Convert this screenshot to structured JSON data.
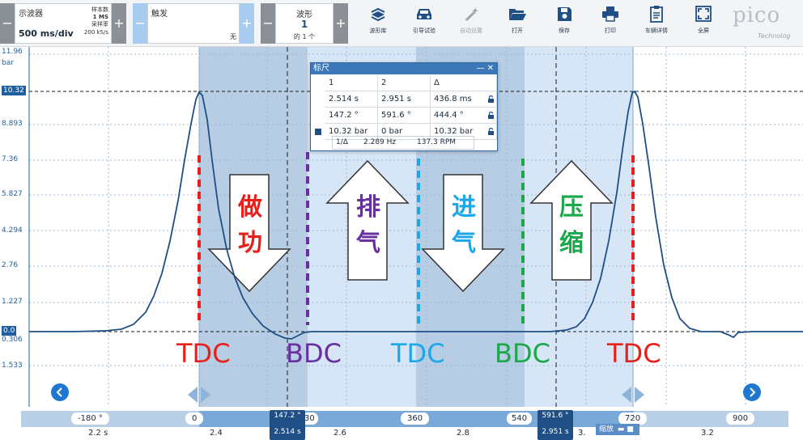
{
  "toolbar": {
    "scope_label": "示波器",
    "timebase": "500 ms/div",
    "samples_label": "样本数",
    "samples_value": "1 MS",
    "rate_label": "采样率",
    "rate_value": "200 kS/s",
    "trigger_label": "触发",
    "trigger_value": "无",
    "waveform_label": "波形",
    "waveform_value": "1",
    "waveform_of": "的 1 个",
    "minus": "−",
    "plus": "+",
    "tools": [
      {
        "label": "波形库",
        "icon": "waveform-library-icon"
      },
      {
        "label": "引导试验",
        "icon": "car-icon"
      },
      {
        "label": "自动设置",
        "icon": "magic-wand-icon"
      },
      {
        "label": "打开",
        "icon": "folder-open-icon"
      },
      {
        "label": "保存",
        "icon": "save-icon"
      },
      {
        "label": "打印",
        "icon": "printer-icon"
      },
      {
        "label": "车辆详情",
        "icon": "clipboard-icon"
      },
      {
        "label": "全屏",
        "icon": "fullscreen-icon"
      }
    ],
    "logo": "pico",
    "logo_sub": "Technolog"
  },
  "yaxis": {
    "labels": [
      "11.96",
      "bar",
      "10.32",
      "8.893",
      "7.36",
      "5.827",
      "4.294",
      "2.76",
      "1.227",
      "0.0",
      "0.306",
      "1.533"
    ]
  },
  "phases": {
    "tdc1": "TDC",
    "bdc1": "BDC",
    "tdc2": "TDC",
    "bdc2": "BDC",
    "tdc3": "TDC",
    "power": [
      "做",
      "功"
    ],
    "exhaust": [
      "排",
      "气"
    ],
    "intake": [
      "进",
      "气"
    ],
    "compression": [
      "压",
      "缩"
    ],
    "colors": {
      "red": "#e8201c",
      "purple": "#6a2fa0",
      "cyan": "#1aa8e8",
      "green": "#1aa84a"
    }
  },
  "ruler": {
    "title": "标尺",
    "controls": "— ✕",
    "headers": [
      "1",
      "2",
      "Δ"
    ],
    "rows": [
      [
        "2.514 s",
        "2.951 s",
        "436.8 ms"
      ],
      [
        "147.2 °",
        "591.6 °",
        "444.4 °"
      ],
      [
        "10.32 bar",
        "0 bar",
        "10.32 bar"
      ]
    ],
    "footer": [
      "1/Δ",
      "2.289 Hz",
      "137.3 RPM"
    ]
  },
  "xaxis": {
    "deg": [
      "-180 °",
      "0",
      "360",
      "540",
      "720",
      "900"
    ],
    "deg_partial": "30",
    "sec": [
      "2.2 s",
      "2.4",
      "2.6",
      "2.8",
      "3.2"
    ],
    "sec_partial": "3.",
    "cursor1_deg": "147.2 °",
    "cursor1_sec": "2.514 s",
    "cursor2_deg": "591.6 °",
    "cursor2_sec": "2.951 s",
    "zoom_label": "缩放"
  }
}
